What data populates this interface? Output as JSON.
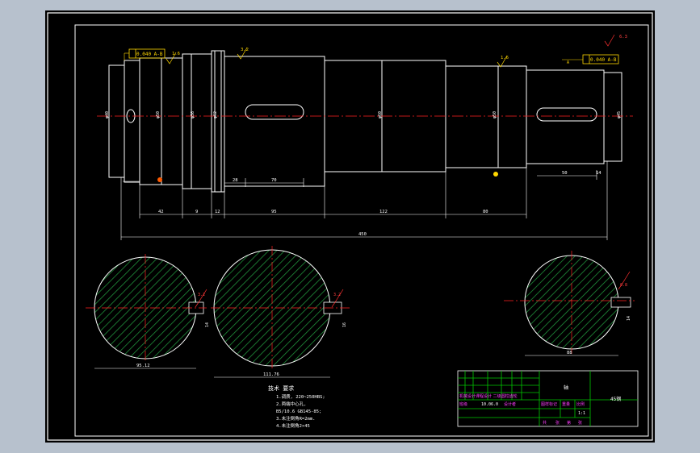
{
  "drawing": {
    "colors": {
      "background": "#000000",
      "outline": "#ffffff",
      "centerline": "#ff2020",
      "dimension": "#ffffff",
      "hatch": "#1f8f3a",
      "annotation": "#ffd700",
      "roughness": "#ff3030",
      "titleblock_grid": "#00c800",
      "titleblock_text": "#ff3cff"
    },
    "tolerance_left": "0.040 A-B",
    "tolerance_right": "0.040 A-B",
    "roughness": [
      "1.6",
      "3.2",
      "1.6",
      "0.8",
      "6.3",
      "3.2",
      "3.2"
    ],
    "dims_bottom": [
      "42",
      "9",
      "12",
      "95",
      "122",
      "80"
    ],
    "dims_keyway": [
      "28",
      "70",
      "50",
      "14"
    ],
    "total_length": "450",
    "section_widths": [
      "95.12",
      "111.76",
      "88"
    ],
    "section_keyway": [
      "14",
      "16",
      "14"
    ],
    "tech_req": {
      "title": "技术 要求",
      "lines": [
        "1.调质, 220~250HBS;",
        "2.两端中心孔,",
        "B5/10.6 GB145-85;",
        "3.未注倒角R=2mm.",
        "4.未注倒角2×45"
      ]
    },
    "title_block": {
      "part_name": "轴",
      "material": "45钢",
      "scale": "1:1",
      "school_line": "机械设计课程设计 二级圆柱齿轮",
      "row2_a": "班级",
      "row2_b": "10.06.0",
      "row2_c": "设计者",
      "cells": [
        "图样标记",
        "重量",
        "比例"
      ],
      "footer": [
        "共",
        "张",
        "第",
        "张"
      ]
    }
  }
}
